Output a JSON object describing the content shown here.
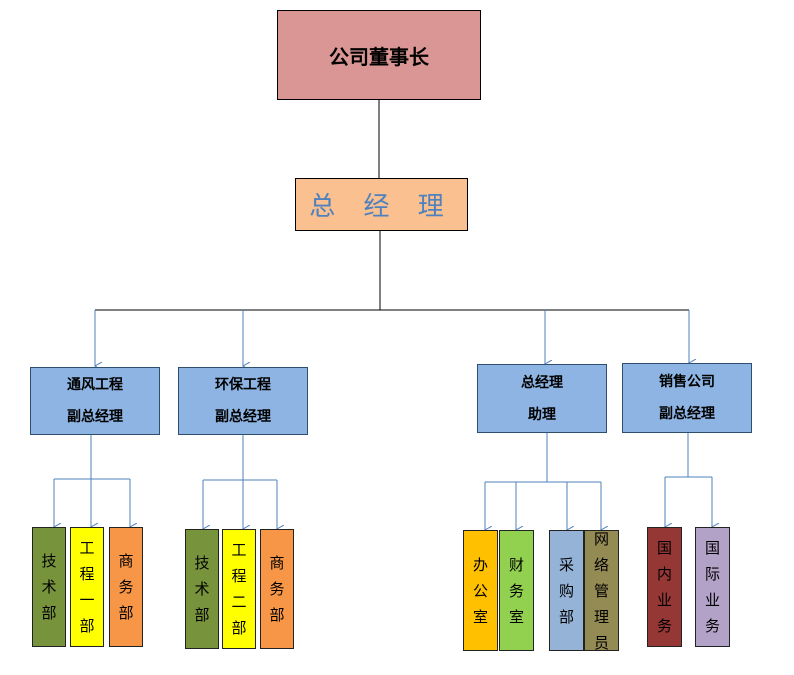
{
  "chairman": "公司董事长",
  "general_manager": "总 经 理",
  "vp1": {
    "line1": "通风工程",
    "line2": "副总经理"
  },
  "vp2": {
    "line1": "环保工程",
    "line2": "副总经理"
  },
  "vp3": {
    "line1": "总经理",
    "line2": "助理"
  },
  "vp4": {
    "line1": "销售公司",
    "line2": "副总经理"
  },
  "departments": [
    {
      "label": "技术部",
      "color": "#77933c"
    },
    {
      "label": "工程一部",
      "color": "#ffff00"
    },
    {
      "label": "商务部",
      "color": "#f79646"
    },
    {
      "label": "技术部",
      "color": "#77933c"
    },
    {
      "label": "工程二部",
      "color": "#ffff00"
    },
    {
      "label": "商务部",
      "color": "#f79646"
    },
    {
      "label": "办公室",
      "color": "#ffc000"
    },
    {
      "label": "财务室",
      "color": "#92d050"
    },
    {
      "label": "采购部",
      "color": "#95b3d7"
    },
    {
      "label": "网络管理员",
      "color": "#948a54"
    },
    {
      "label": "国内业务",
      "color": "#953735"
    },
    {
      "label": "国际业务",
      "color": "#b3a2c7"
    }
  ]
}
